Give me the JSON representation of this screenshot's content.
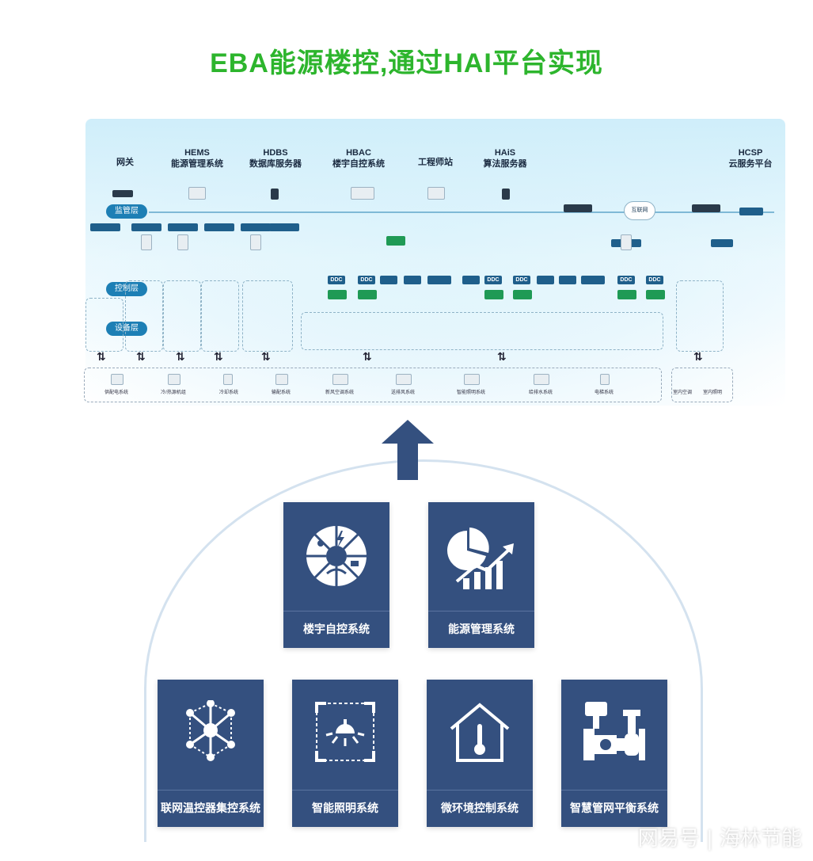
{
  "title": "EBA能源楼控,通过HAI平台实现",
  "diagram": {
    "layers": [
      "监管层",
      "控制层",
      "设备层"
    ],
    "top_systems": [
      {
        "abbr": "",
        "name": "网关"
      },
      {
        "abbr": "HEMS",
        "name": "能源管理系统"
      },
      {
        "abbr": "HDBS",
        "name": "数据库服务器"
      },
      {
        "abbr": "HBAC",
        "name": "楼宇自控系统"
      },
      {
        "abbr": "",
        "name": "工程师站"
      },
      {
        "abbr": "HAiS",
        "name": "算法服务器"
      },
      {
        "abbr": "HCSP",
        "name": "云服务平台"
      }
    ],
    "cloud_label": "互联网",
    "ddc_label": "DDC",
    "bottom_systems": [
      "供配电系统",
      "冷/热源机组",
      "冷却系统",
      "输配系统",
      "新风空调系统",
      "送排风系统",
      "智能照明系统",
      "给排水系统",
      "电梯系统",
      "室内空调",
      "室内照明"
    ]
  },
  "cards": [
    {
      "label": "楼宇自控系统",
      "icon": "building-control-icon"
    },
    {
      "label": "能源管理系统",
      "icon": "energy-chart-icon"
    },
    {
      "label": "联网温控器集控系统",
      "icon": "network-nodes-icon"
    },
    {
      "label": "智能照明系统",
      "icon": "smart-light-icon"
    },
    {
      "label": "微环境控制系统",
      "icon": "house-thermometer-icon"
    },
    {
      "label": "智慧管网平衡系统",
      "icon": "pipe-valve-icon"
    }
  ],
  "watermark": "网易号 | 海林节能",
  "colors": {
    "title": "#2db52d",
    "card": "#34507f",
    "layer_pill": "#1d7fb5"
  }
}
